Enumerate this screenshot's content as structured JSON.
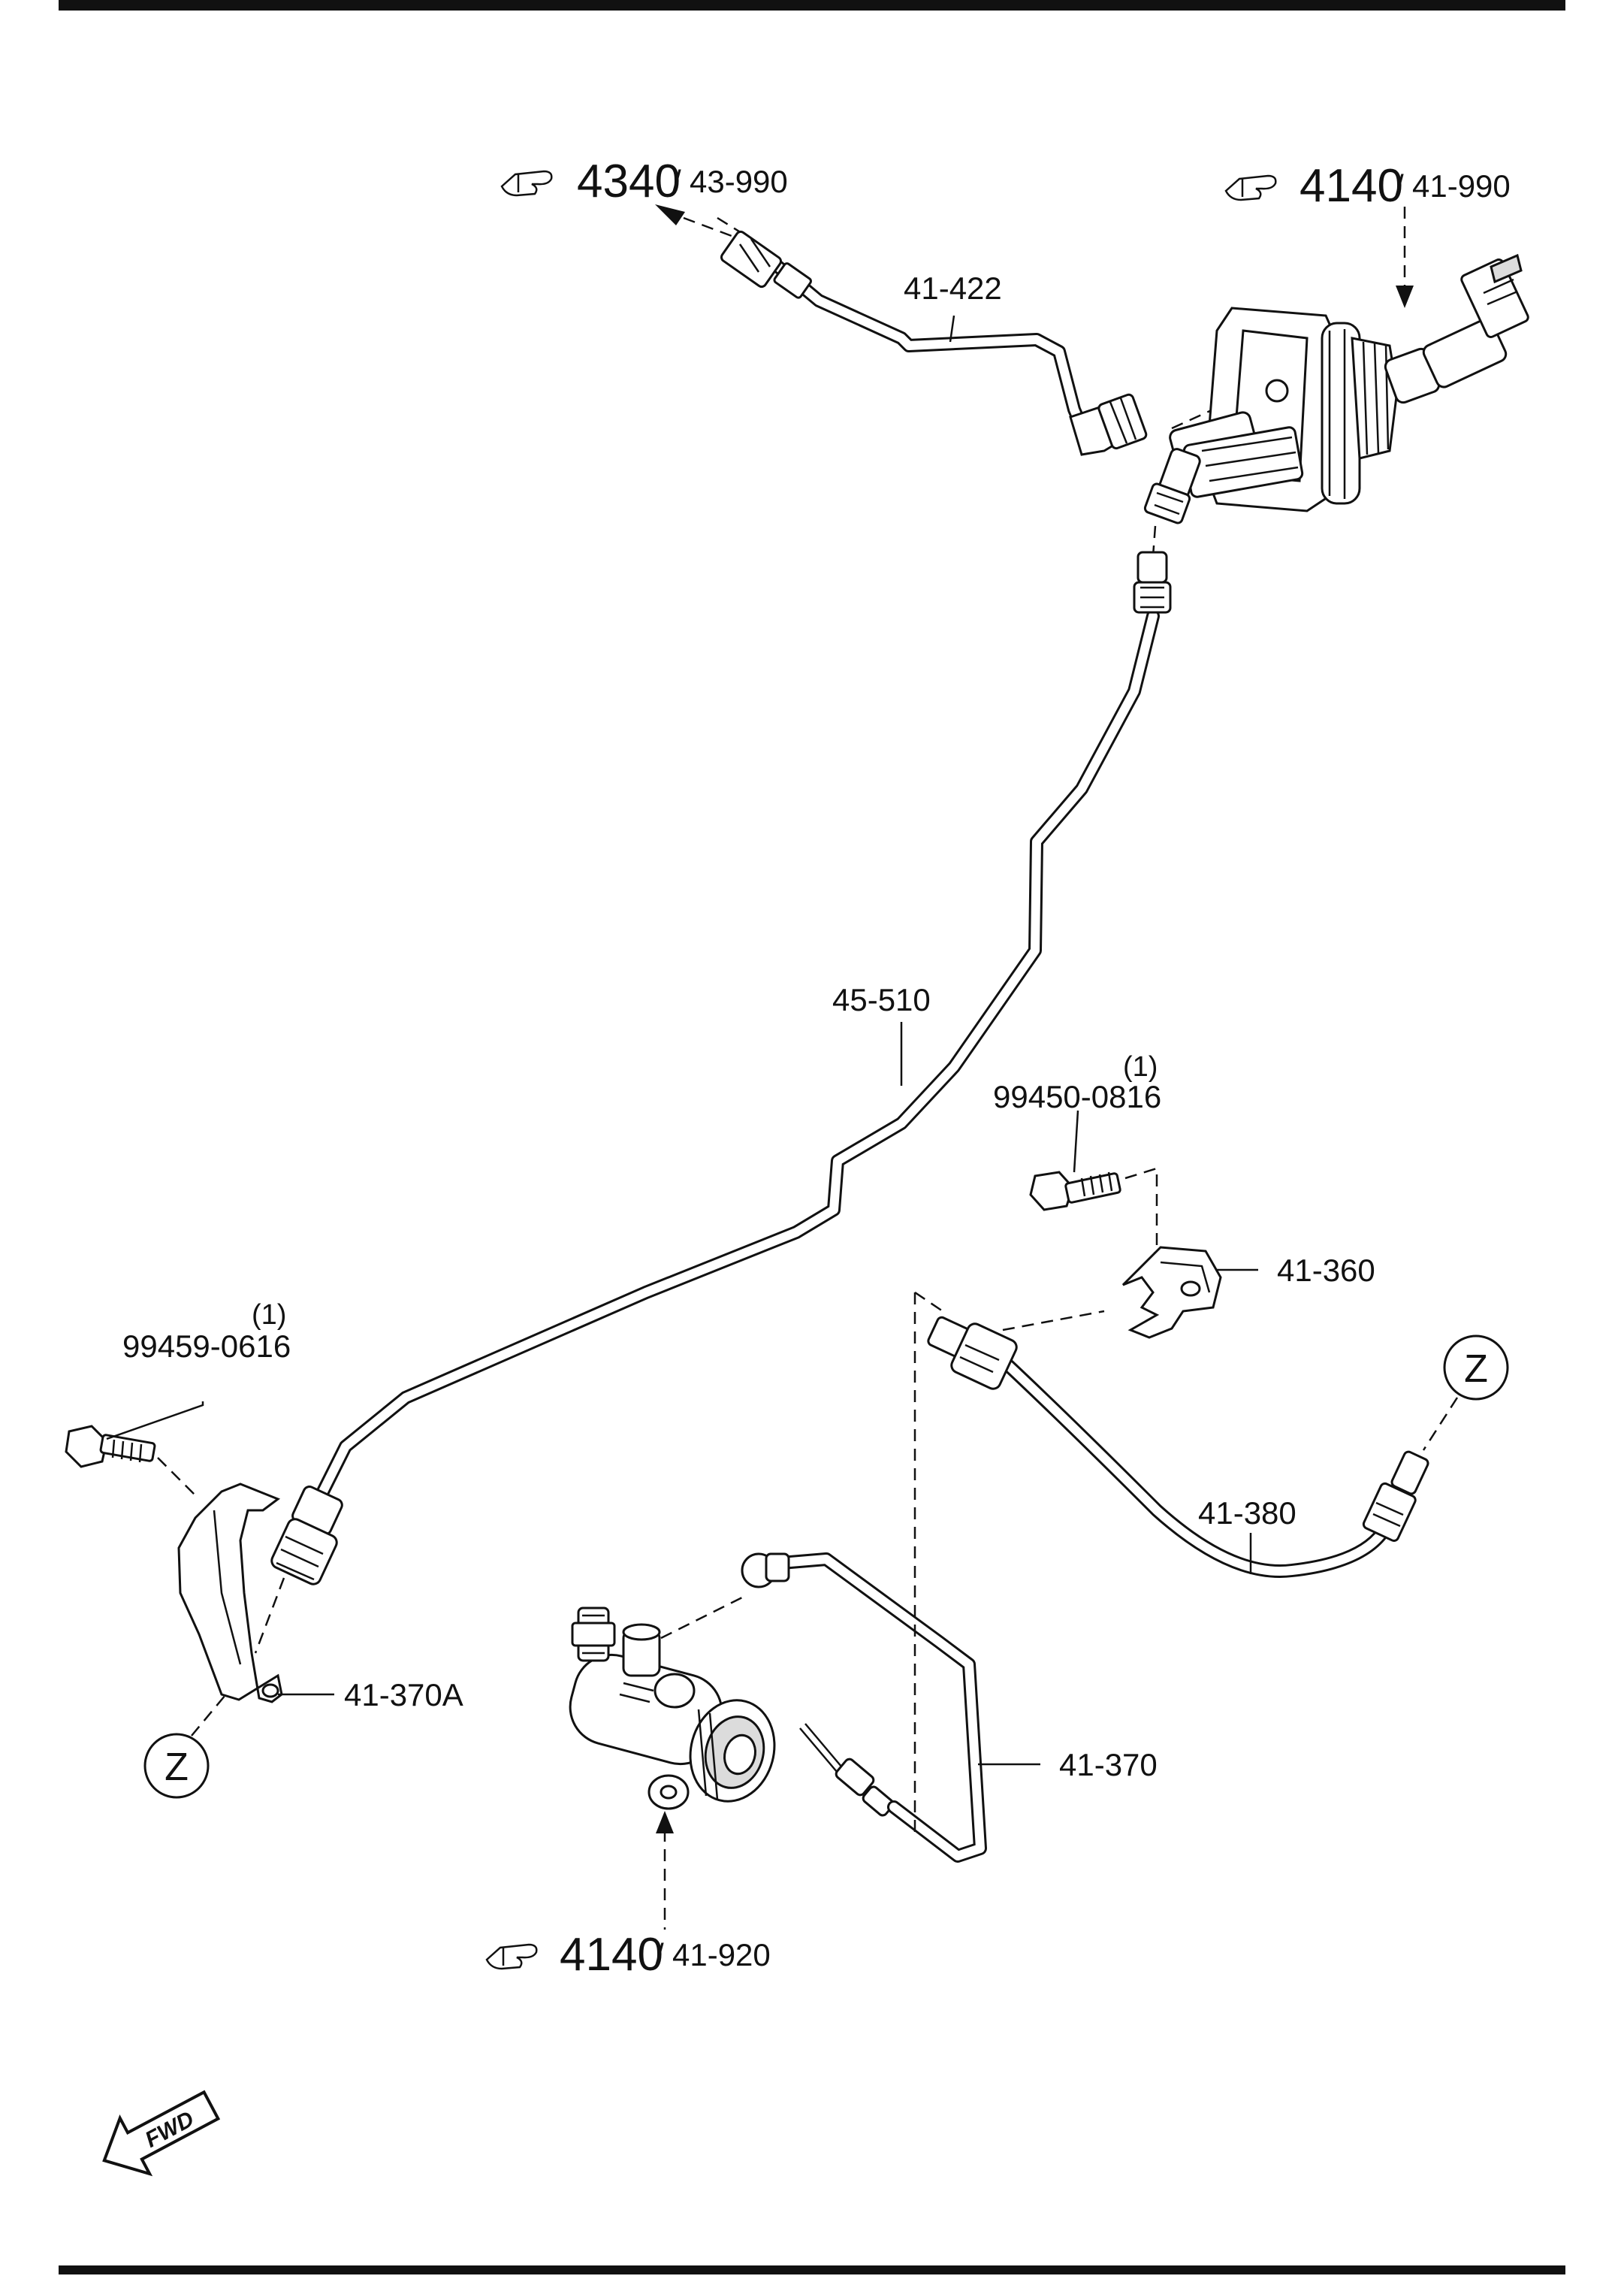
{
  "references": [
    {
      "id": "ref-4340",
      "page": "4340",
      "sep": "/",
      "sub": "43-990"
    },
    {
      "id": "ref-4140-top",
      "page": "4140",
      "sep": "/",
      "sub": "41-990"
    },
    {
      "id": "ref-4140-bottom",
      "page": "4140",
      "sep": "/",
      "sub": "41-920"
    }
  ],
  "parts": {
    "p41_422": "41-422",
    "p45_510": "45-510",
    "p99450_qty": "(1)",
    "p99450": "99450-0816",
    "p41_360": "41-360",
    "p99459_qty": "(1)",
    "p99459": "99459-0616",
    "p41_380": "41-380",
    "p41_370A": "41-370A",
    "p41_370": "41-370"
  },
  "markers": {
    "z": "Z"
  },
  "direction": {
    "fwd": "FWD"
  },
  "icons": {
    "reference": "pointing-hand-icon",
    "direction": "fwd-arrow-icon"
  }
}
